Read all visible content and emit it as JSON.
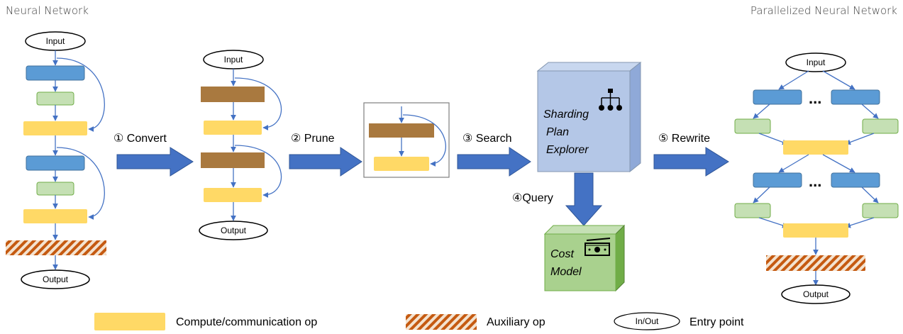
{
  "titles": {
    "left": "Neural Network",
    "right": "Parallelized Neural Network"
  },
  "nodes": {
    "input": "Input",
    "output": "Output",
    "in_out": "In/Out"
  },
  "steps": {
    "convert": "① Convert",
    "prune": "② Prune",
    "search": "③ Search",
    "query": "④Query",
    "rewrite": "⑤ Rewrite"
  },
  "explorer": {
    "line1": "Sharding",
    "line2": "Plan",
    "line3": "Explorer"
  },
  "cost_model": {
    "line1": "Cost",
    "line2": "Model"
  },
  "ellipsis": "...",
  "legend": {
    "compute": "Compute/communication op",
    "auxiliary": "Auxiliary op",
    "entry": "Entry point"
  },
  "colors": {
    "blue_op": "#5b9bd5",
    "green_op": "#c5e0b4",
    "yellow_op": "#ffd966",
    "brown_op": "#a9793f",
    "aux_orange": "#c55a11",
    "arrow_blue": "#4472c4",
    "explorer_face": "#b4c7e7",
    "cost_face": "#a9d18e"
  },
  "icons": [
    "hierarchy-icon",
    "money-icon"
  ]
}
